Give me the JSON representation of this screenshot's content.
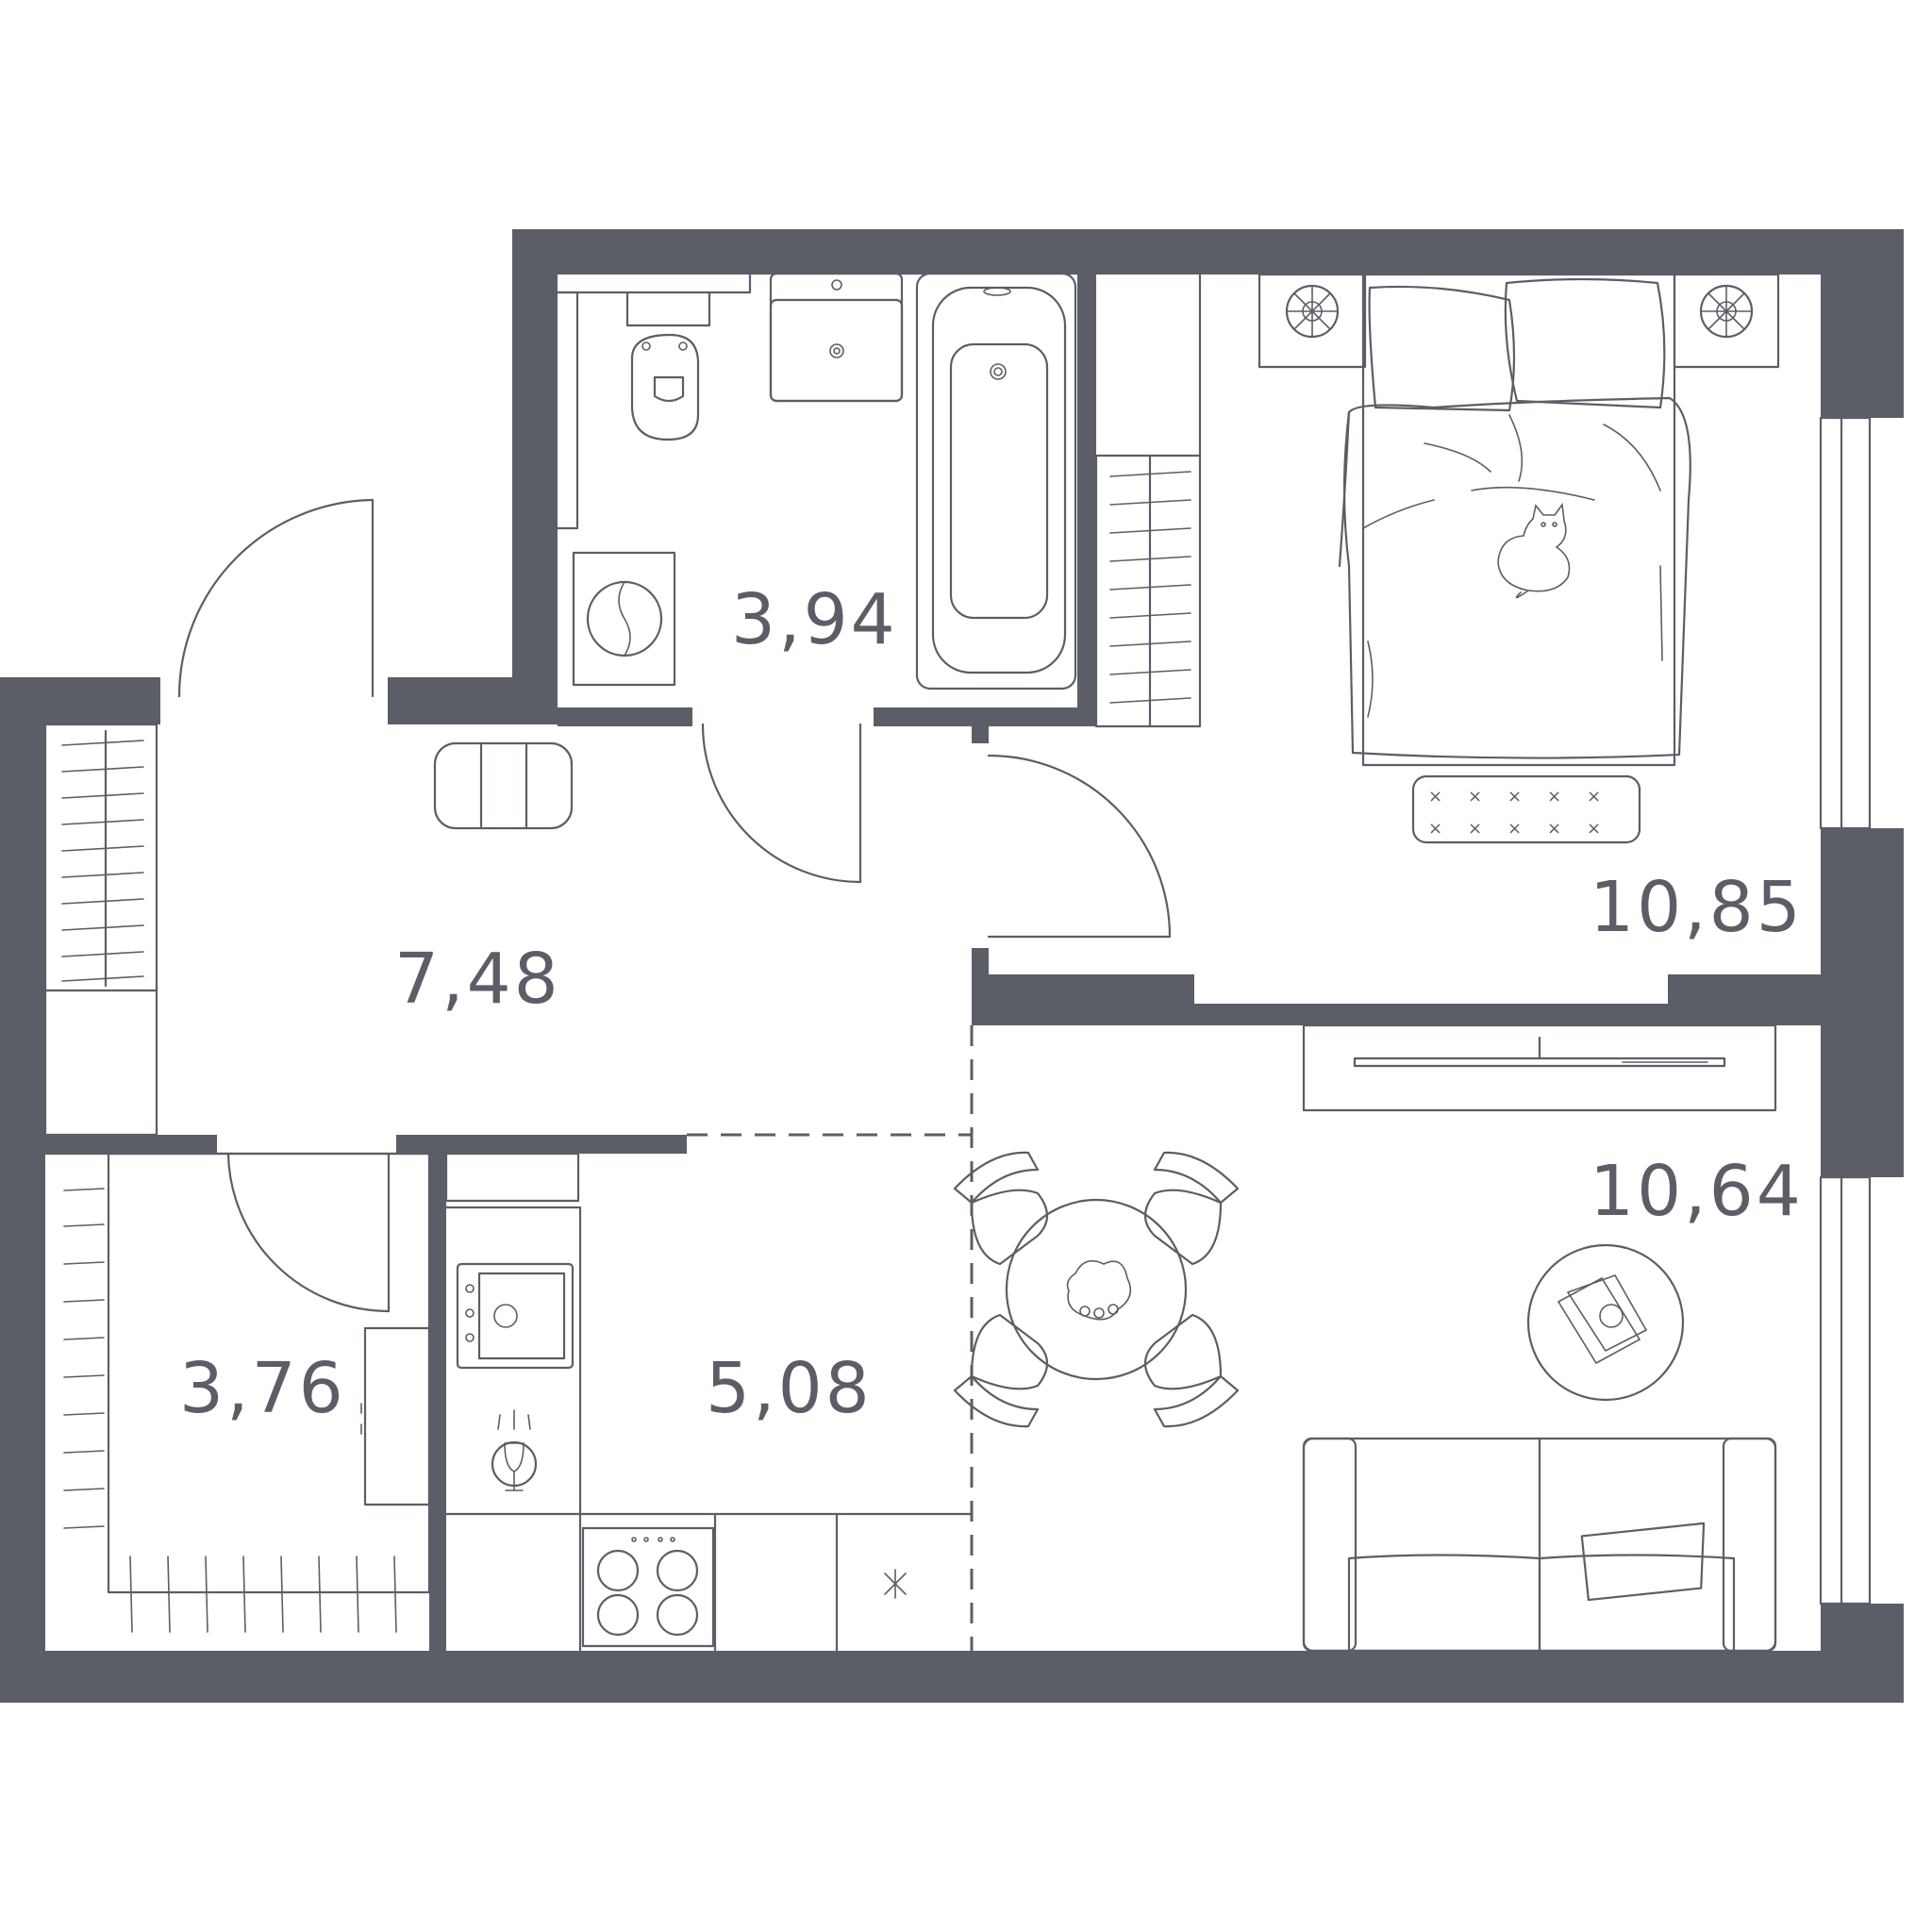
{
  "plan": {
    "colors": {
      "wall": "#5b5e66",
      "line": "#5b5e66",
      "background": "#ffffff"
    },
    "rooms": [
      {
        "id": "bathroom",
        "area": "3,94"
      },
      {
        "id": "bedroom",
        "area": "10,85"
      },
      {
        "id": "hallway",
        "area": "7,48"
      },
      {
        "id": "living-room",
        "area": "10,64"
      },
      {
        "id": "wardrobe",
        "area": "3,76"
      },
      {
        "id": "kitchen",
        "area": "5,08"
      }
    ],
    "icons": [
      "toilet-icon",
      "sink-icon",
      "bathtub-icon",
      "washing-machine-icon",
      "bed-icon",
      "cat-icon",
      "nightstand-lamp-icon",
      "rug-icon",
      "pouf-icon",
      "tv-icon",
      "dining-table-icon",
      "chair-icon",
      "coffee-table-icon",
      "sofa-icon",
      "stove-icon",
      "kitchen-sink-icon",
      "faucet-icon",
      "fridge-icon",
      "wardrobe-icon",
      "door-icon"
    ]
  }
}
